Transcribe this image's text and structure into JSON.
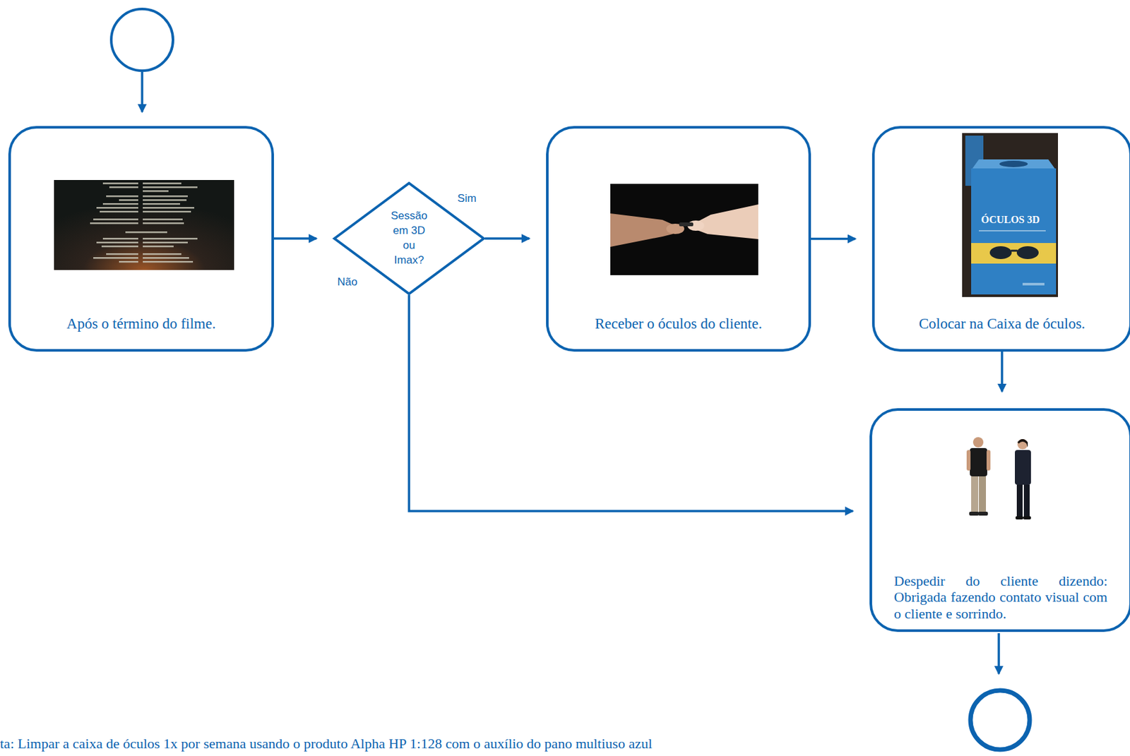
{
  "diagram": {
    "nodes": [
      {
        "text": [
          "Após o término do filme."
        ]
      },
      {
        "text": [
          "Sessão em 3D ou Imax?"
        ]
      },
      {
        "text": [
          "Receber o óculos do cliente."
        ]
      },
      {
        "text": [
          "Colocar na Caixa de óculos."
        ]
      },
      {
        "text": [
          "Despedir do cliente dizendo: Obrigada fazendo contato visual com o cliente e sorrindo."
        ]
      }
    ],
    "edges": [
      {
        "from": 0,
        "to": 1,
        "arrow": "to"
      },
      {
        "from": 1,
        "to": 2,
        "label": "Sim",
        "arrow": "to"
      },
      {
        "from": 2,
        "to": 3,
        "arrow": "to"
      },
      {
        "from": 3,
        "to": 4,
        "arrow": "to"
      },
      {
        "from": 1,
        "to": 4,
        "label": "Não",
        "arrow": "to"
      }
    ],
    "labels": [
      "ÓCULOS 3D",
      "ta: Limpar a caixa de óculos 1x por semana usando o produto Alpha HP 1:128 com o auxílio do pano multiuso azul"
    ]
  }
}
